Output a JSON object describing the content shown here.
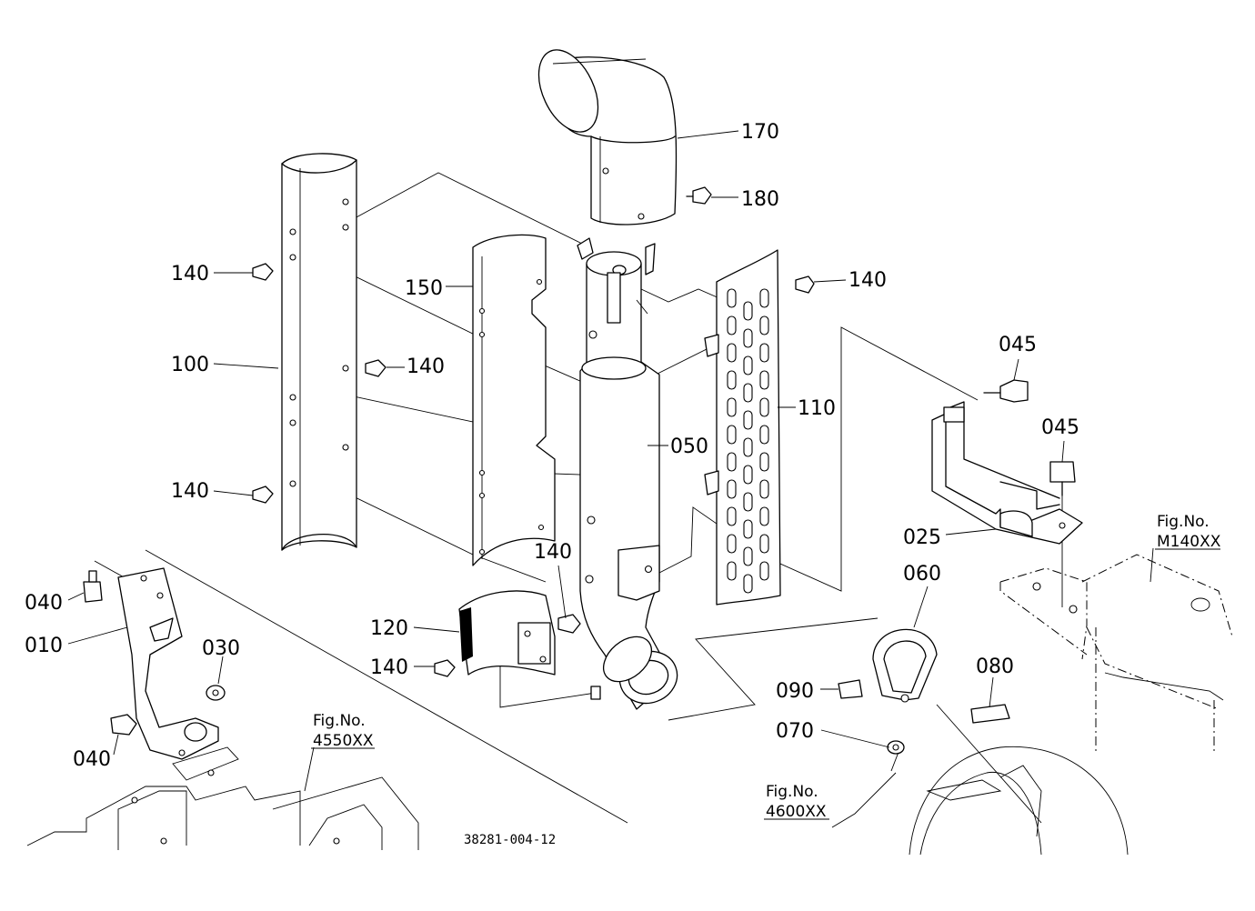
{
  "parts": {
    "p170": "170",
    "p180": "180",
    "p140_right": "140",
    "p150": "150",
    "p140_top": "140",
    "p100": "100",
    "p140_mid": "140",
    "p140_low": "140",
    "p110": "110",
    "p050": "050",
    "p045_a": "045",
    "p045_b": "045",
    "p025": "025",
    "p060": "060",
    "p040_top": "040",
    "p010": "010",
    "p030": "030",
    "p040_bottom": "040",
    "p140_shield": "140",
    "p120": "120",
    "p140_shield2": "140",
    "p080": "080",
    "p090": "090",
    "p070": "070"
  },
  "figure_refs": {
    "m140_line1": "Fig.No.",
    "m140_line2": "M140XX",
    "f4550_line1": "Fig.No.",
    "f4550_line2": "4550XX",
    "f4600_line1": "Fig.No.",
    "f4600_line2": "4600XX"
  },
  "drawing_code": "38281-004-12"
}
